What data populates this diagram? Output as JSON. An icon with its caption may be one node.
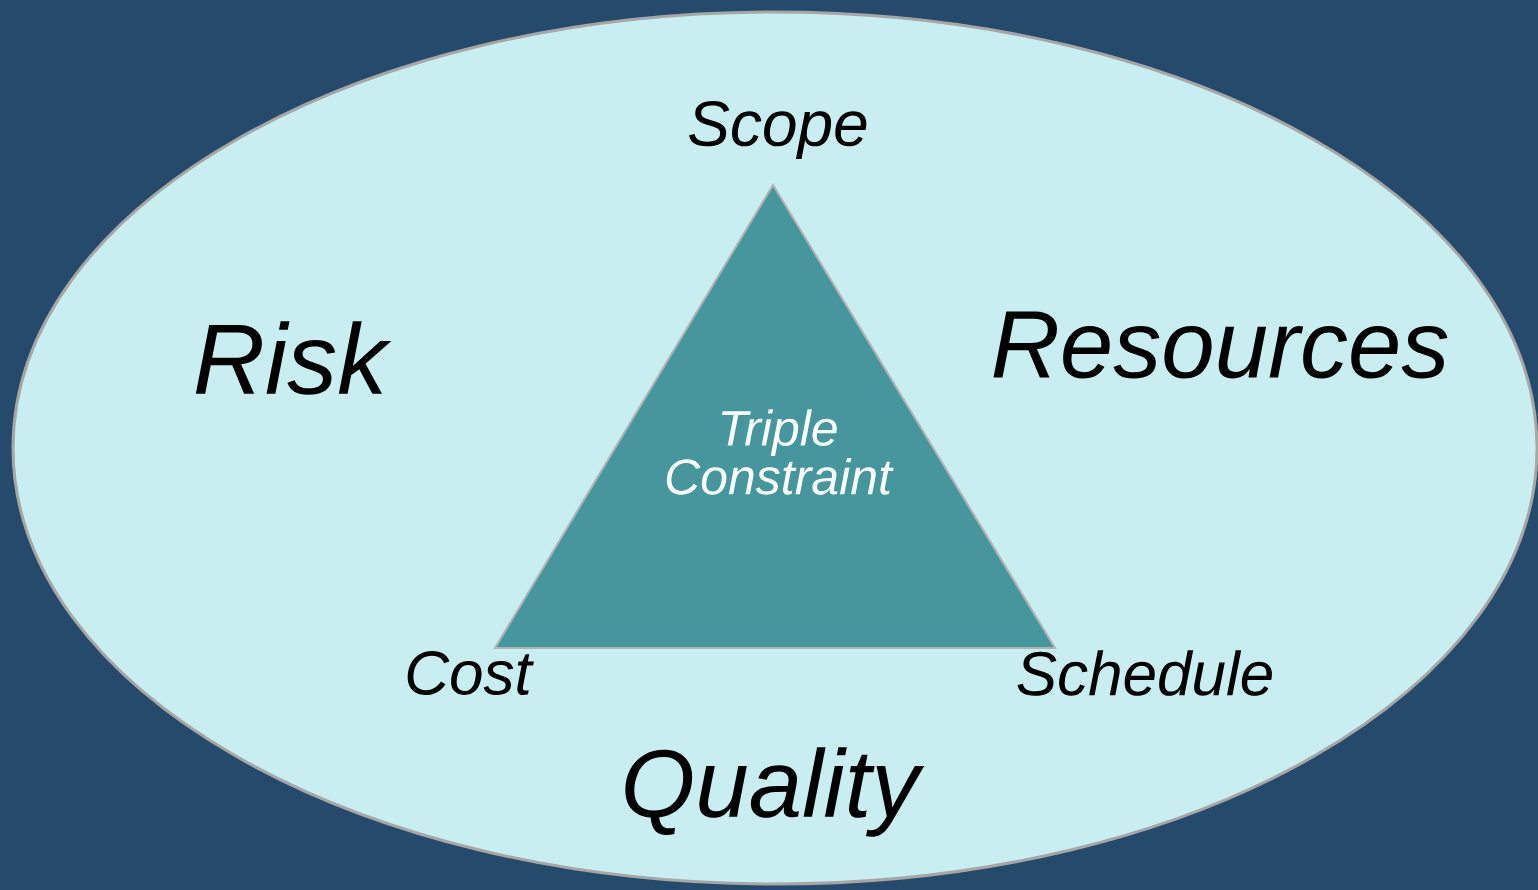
{
  "diagram": {
    "nodes": [
      {
        "text": [
          "Risk",
          "Resources",
          "Quality"
        ]
      },
      {
        "text": [
          "Triple Constraint"
        ],
        "in": 0,
        "beside": [
          "Scope",
          "Cost",
          "Schedule"
        ]
      }
    ]
  }
}
